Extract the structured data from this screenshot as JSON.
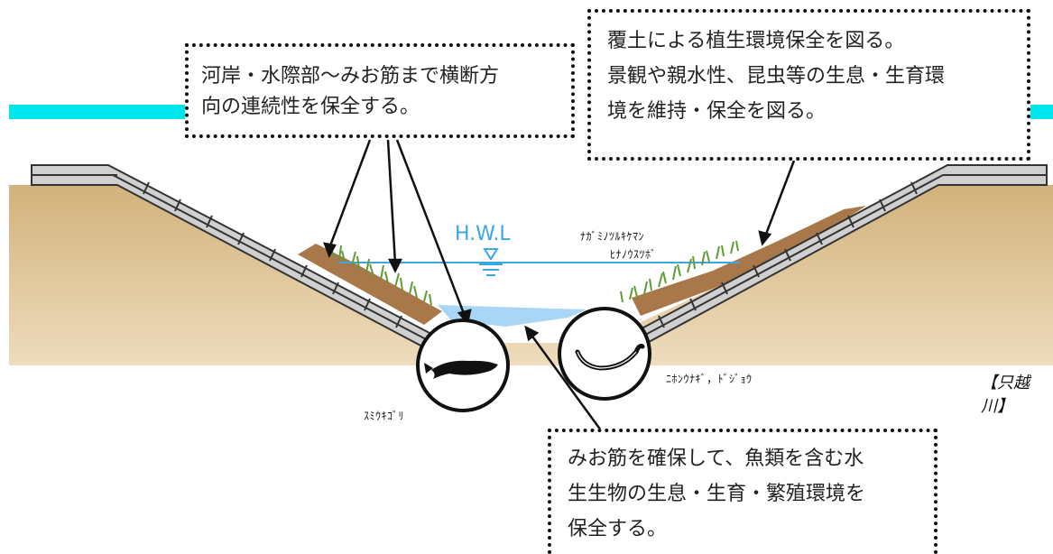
{
  "callouts": {
    "left": {
      "lines": [
        "河岸・水際部～みお筋まで横断方",
        "向の連続性を保全する。"
      ]
    },
    "right": {
      "lines": [
        "覆土による植生環境保全を図る。",
        "景観や親水性、昆虫等の生息・生育環",
        "境を維持・保全を図る。"
      ]
    },
    "bottom": {
      "lines": [
        "みお筋を確保して、魚類を含む水",
        "生生物の生息・生育・繁殖環境を",
        "保全する。"
      ]
    }
  },
  "hwl_label": "H.W.L",
  "species": {
    "plant_1": "ﾅｶﾞﾐﾉﾂﾙｷｹﾏﾝ",
    "plant_2": "ﾋﾅﾉｳｽﾂﾎﾞ",
    "fish": "ｽﾐｳｷｺﾞﾘ",
    "eel": "ﾆﾎﾝｳﾅｷﾞ，ﾄﾞｼﾞｮｳ"
  },
  "source": "【只越川】",
  "colors": {
    "soil": "#d2b27c",
    "soil_light": "#ead7b6",
    "cover_soil": "#a9784a",
    "water": "#a8d6f4",
    "water_line": "#3aa6e6",
    "cyan_band": "#00e5ee",
    "revetment": "#d0d0d0",
    "grass": "#5d9c36"
  }
}
